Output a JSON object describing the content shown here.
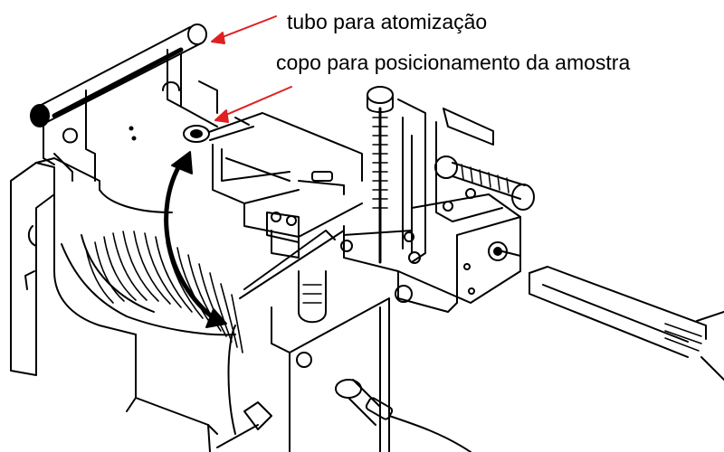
{
  "annotations": {
    "tube_label": "tubo para atomização",
    "cup_label": "copo para posicionamento da amostra",
    "arrow_color": "#e02020"
  },
  "drawing": {
    "style": "black line-art technical illustration",
    "ink_color": "#000000",
    "background_color": "#ffffff"
  }
}
